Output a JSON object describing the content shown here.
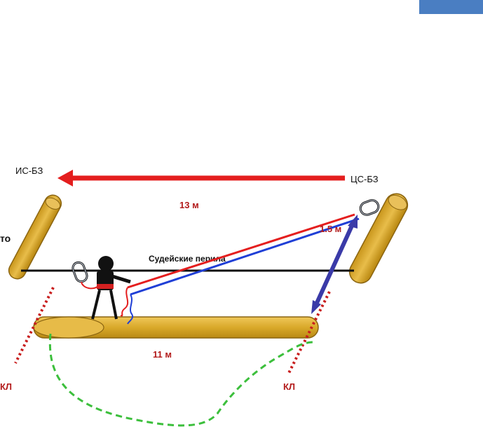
{
  "labels": {
    "start_point": "ИС-БЗ",
    "target_point": "ЦС-БЗ",
    "top_distance": "13 м",
    "rope_height": "1.5 м",
    "judge_rail": "Судейские перила",
    "log_length": "11 м",
    "control_line_left": "КЛ",
    "control_line_right": "КЛ",
    "edge_text": "то"
  },
  "colors": {
    "arrow_red": "#e41e1e",
    "blue_rope": "#1f3fd6",
    "height_arrow": "#3a3aa8",
    "log_fill": "#d9a92a",
    "log_stroke": "#8a6410",
    "control_line": "#c81e1e",
    "safety_loop": "#3cbf3c",
    "label_dark_red": "#b31b1b",
    "corner_tab": "#4a7ec2"
  }
}
